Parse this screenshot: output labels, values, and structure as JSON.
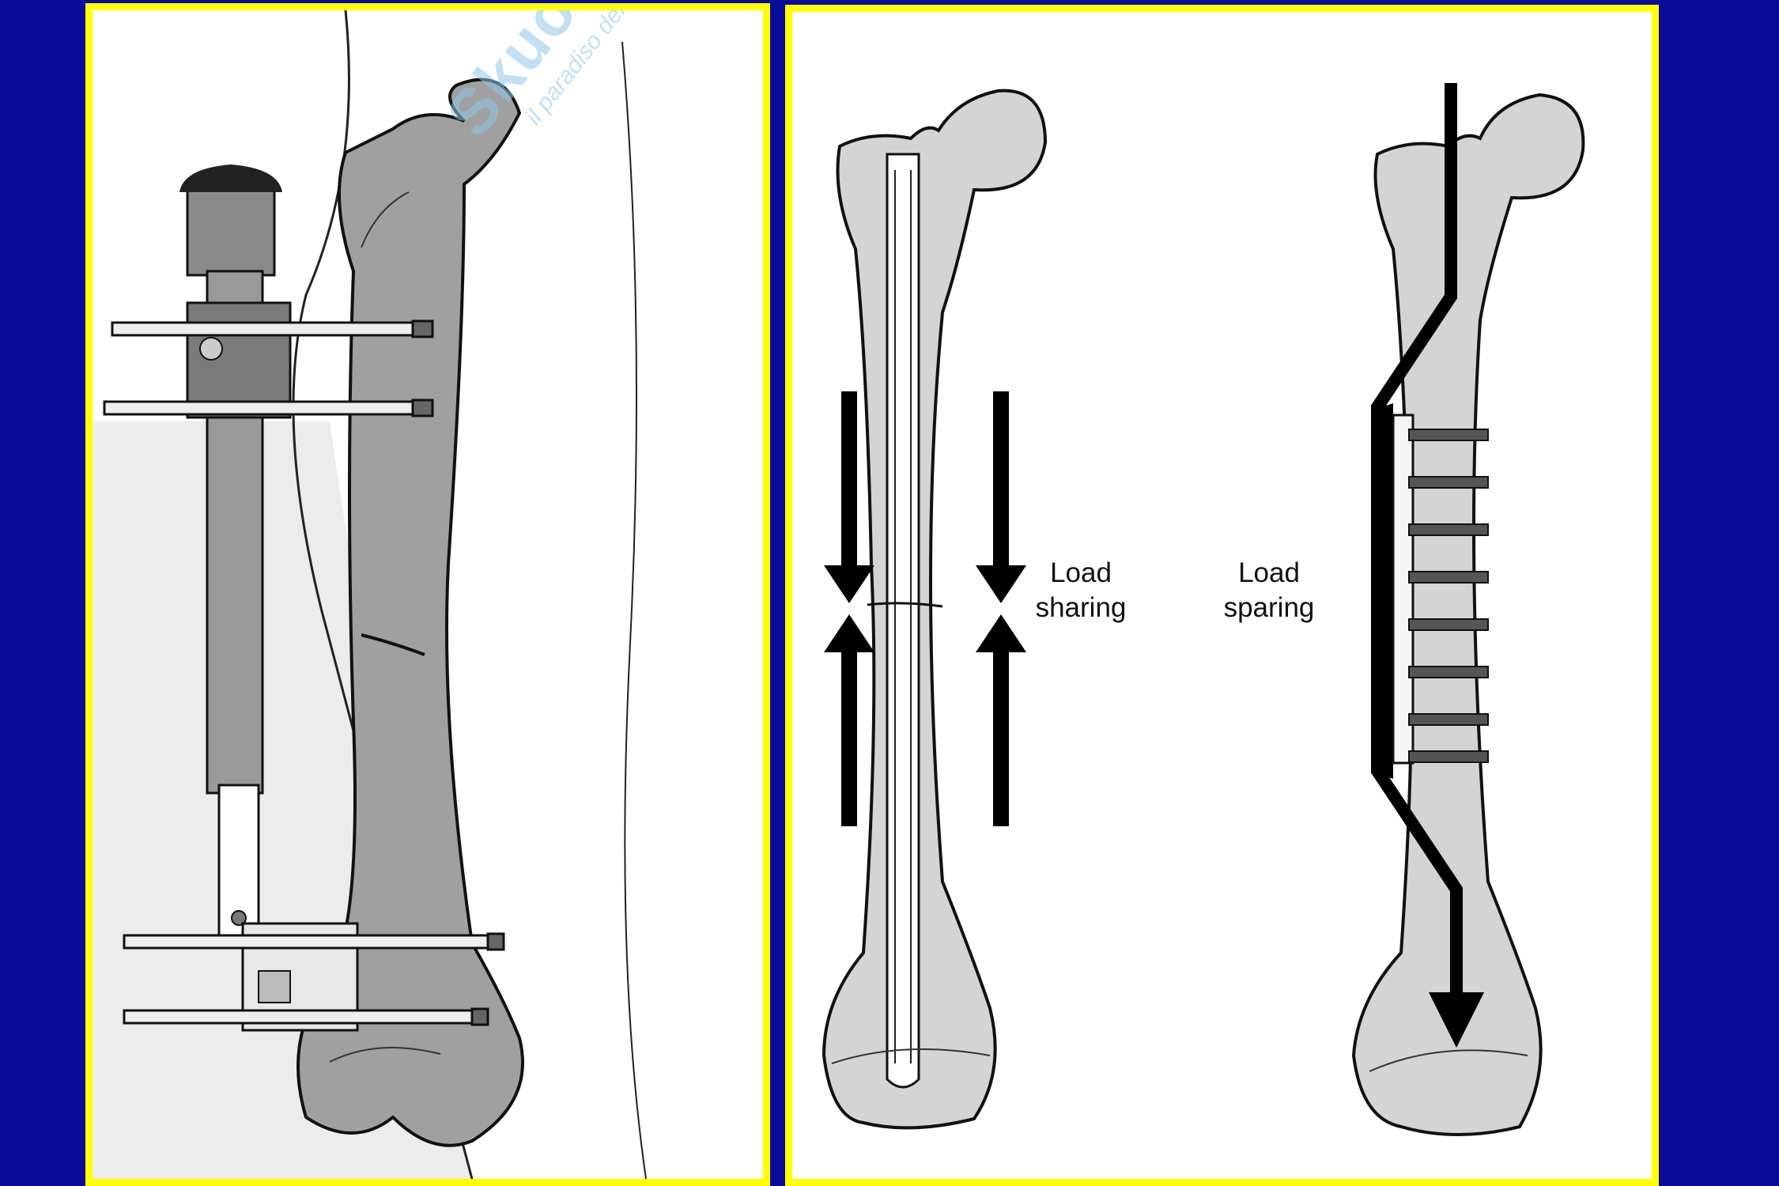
{
  "labels": {
    "load_sharing": [
      "Load",
      "sharing"
    ],
    "load_sparing": [
      "Load",
      "sparing"
    ]
  },
  "watermark": {
    "brand": "Skuola.net",
    "tagline": "il paradiso dello studente"
  },
  "colors": {
    "background": "#0a0a9a",
    "panel_border": "#ffff00",
    "bone_gray": "#a0a0a0",
    "bone_light": "#d4d4d4",
    "fixator_gray": "#8a8a8a"
  },
  "icons": [
    "arrow-down-icon",
    "arrow-up-icon",
    "long-arrow-down-icon"
  ]
}
